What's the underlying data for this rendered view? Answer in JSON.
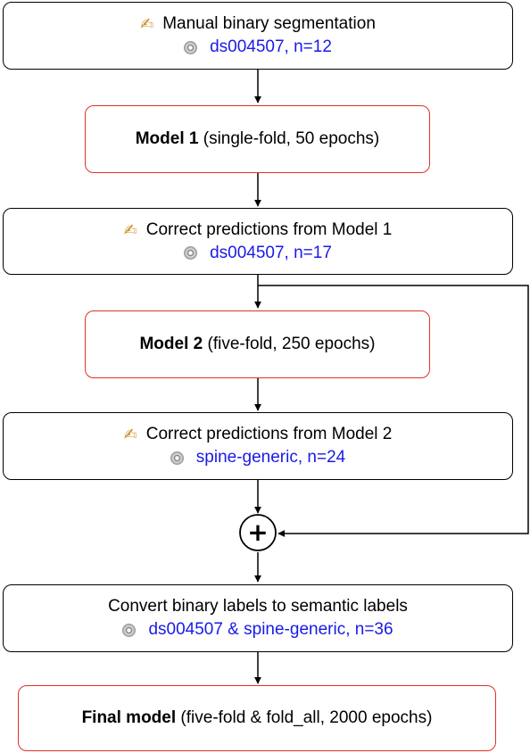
{
  "nodes": {
    "manual_seg": {
      "title": "Manual binary segmentation",
      "dataset": "ds004507, n=12"
    },
    "model1": {
      "name": "Model 1",
      "detail": "(single-fold, 50 epochs)"
    },
    "correct1": {
      "title": "Correct predictions from Model 1",
      "dataset": "ds004507, n=17"
    },
    "model2": {
      "name": "Model 2",
      "detail": "(five-fold, 250 epochs)"
    },
    "correct2": {
      "title": "Correct predictions from Model 2",
      "dataset": "spine-generic, n=24"
    },
    "combine": {
      "symbol": "+"
    },
    "convert": {
      "title": "Convert binary labels to semantic labels",
      "dataset": "ds004507 & spine-generic, n=36"
    },
    "final": {
      "name": "Final model",
      "detail": "(five-fold & fold_all, 2000 epochs)"
    }
  },
  "icons": {
    "annotate": "writing-hand-icon",
    "dataset": "disc-icon"
  },
  "colors": {
    "model_border": "#e0302a",
    "dataset_text": "#1a1ae6",
    "border": "#000000"
  }
}
